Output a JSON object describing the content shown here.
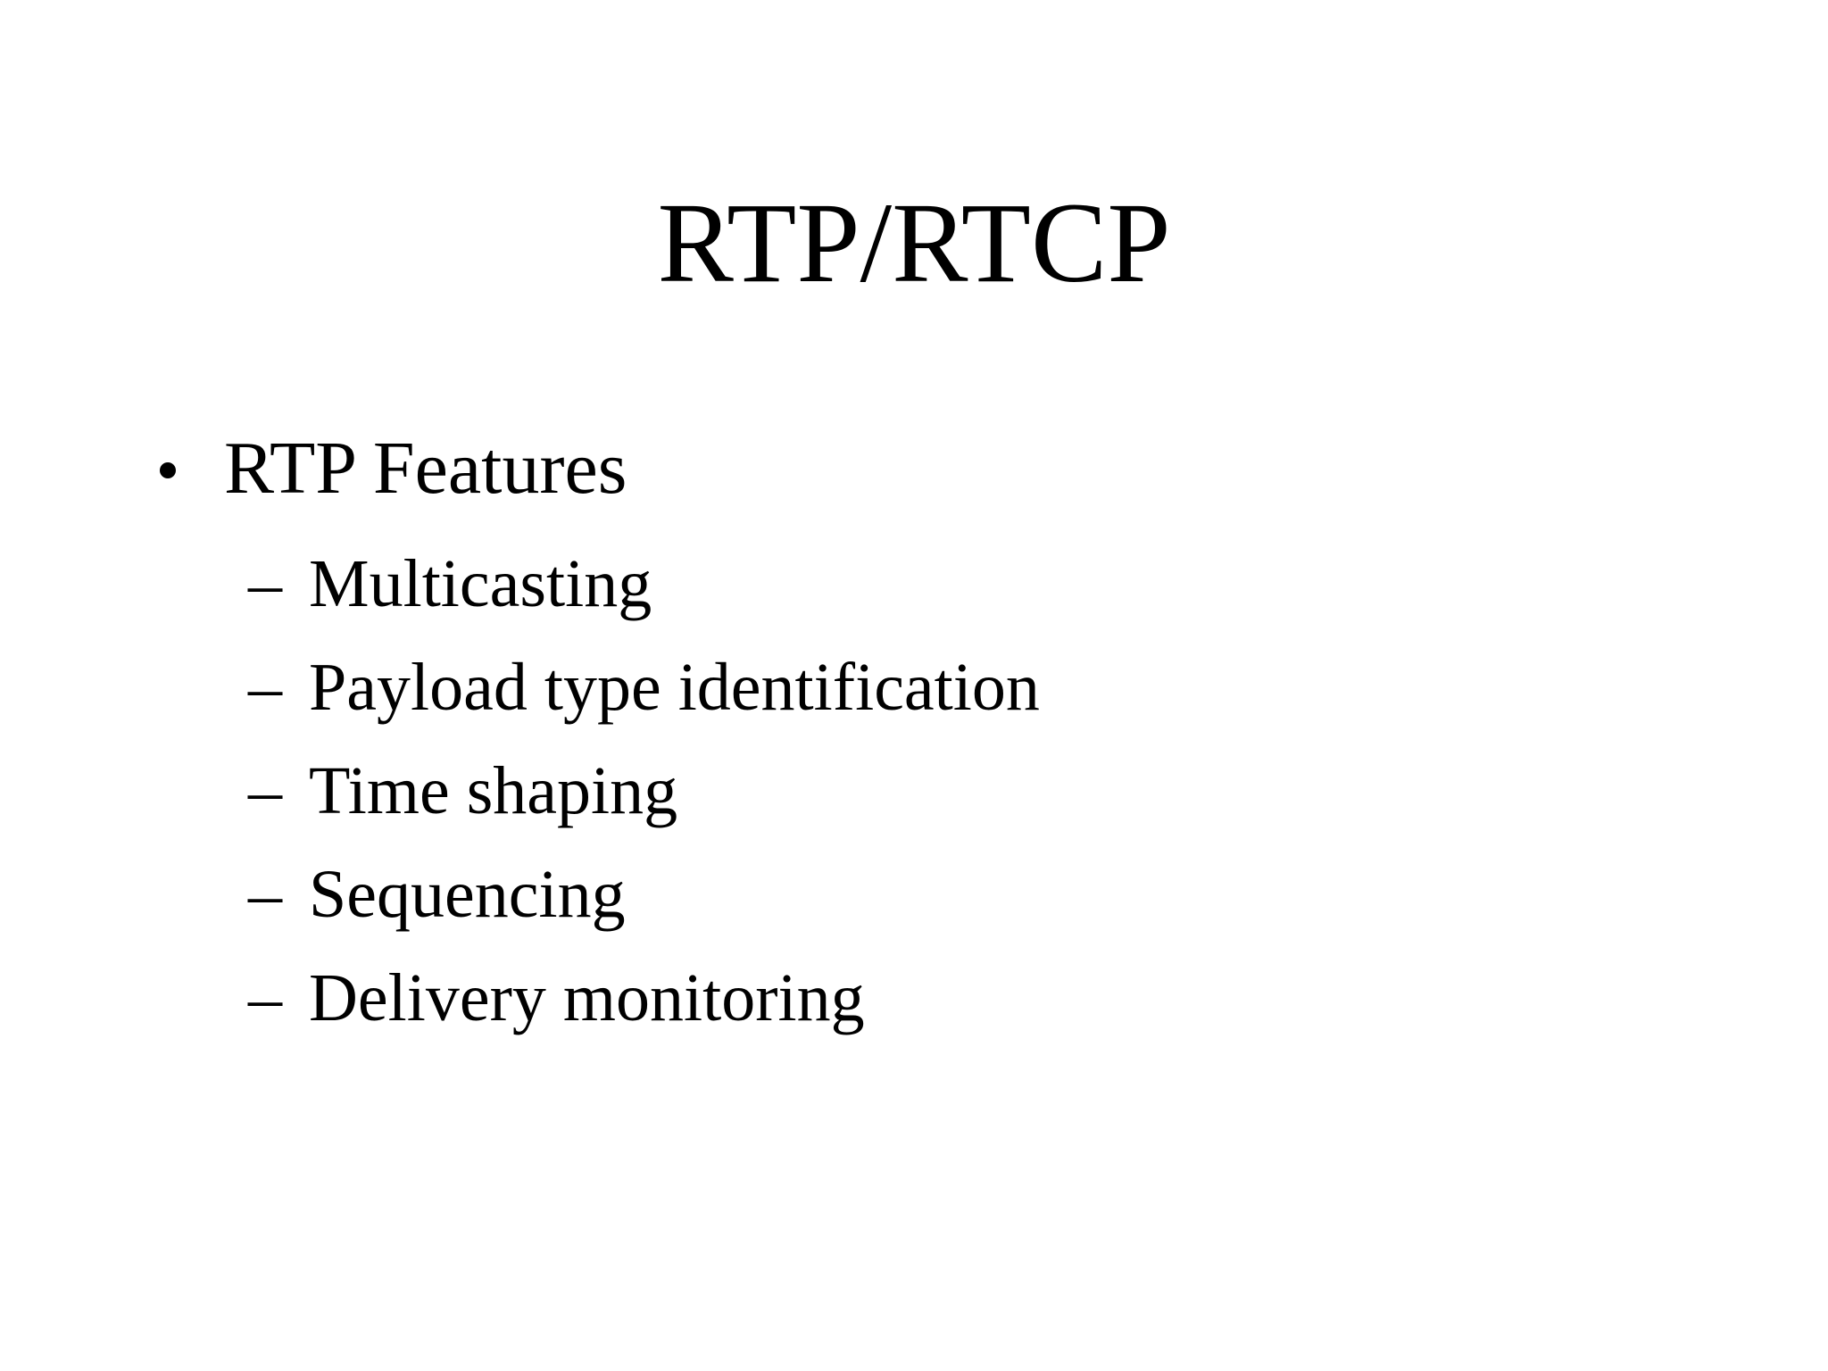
{
  "slide": {
    "title": "RTP/RTCP",
    "bullets": [
      {
        "text": "RTP Features",
        "sub_items": [
          {
            "dash": "–",
            "text": "Multicasting"
          },
          {
            "dash": "–",
            "text": "Payload type identification"
          },
          {
            "dash": "–",
            "text": "Time shaping"
          },
          {
            "dash": "–",
            "text": "Sequencing"
          },
          {
            "dash": "–",
            "text": "Delivery monitoring"
          }
        ]
      }
    ]
  }
}
